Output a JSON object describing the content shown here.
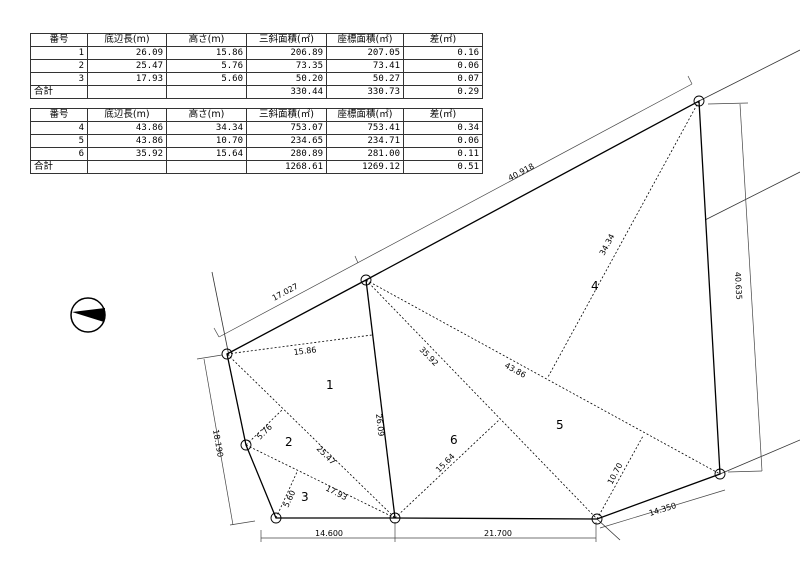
{
  "tables": [
    {
      "headers": [
        "番号",
        "底辺長(m)",
        "高さ(m)",
        "三斜面積(㎡)",
        "座標面積(㎡)",
        "差(㎡)"
      ],
      "rows": [
        [
          "1",
          "26.09",
          "15.86",
          "206.89",
          "207.05",
          "0.16"
        ],
        [
          "2",
          "25.47",
          "5.76",
          "73.35",
          "73.41",
          "0.06"
        ],
        [
          "3",
          "17.93",
          "5.60",
          "50.20",
          "50.27",
          "0.07"
        ]
      ],
      "total": [
        "合計",
        "",
        "",
        "330.44",
        "330.73",
        "0.29"
      ]
    },
    {
      "headers": [
        "番号",
        "底辺長(m)",
        "高さ(m)",
        "三斜面積(㎡)",
        "座標面積(㎡)",
        "差(㎡)"
      ],
      "rows": [
        [
          "4",
          "43.86",
          "34.34",
          "753.07",
          "753.41",
          "0.34"
        ],
        [
          "5",
          "43.86",
          "10.70",
          "234.65",
          "234.71",
          "0.06"
        ],
        [
          "6",
          "35.92",
          "15.64",
          "280.89",
          "281.00",
          "0.11"
        ]
      ],
      "total": [
        "合計",
        "",
        "",
        "1268.61",
        "1269.12",
        "0.51"
      ]
    }
  ],
  "diagram": {
    "triangles": [
      "1",
      "2",
      "3",
      "4",
      "5",
      "6"
    ],
    "measurements": {
      "b1": "26.09",
      "h1": "15.86",
      "b2": "25.47",
      "h2": "5.76",
      "b3": "17.93",
      "h3": "5.60",
      "b4": "43.86",
      "h4": "34.34",
      "h5": "10.70",
      "b6": "35.92",
      "h6": "15.64"
    },
    "dimensions": {
      "top_left": "17.027",
      "top": "40.918",
      "right": "40.635",
      "left": "18.190",
      "bottom_left": "14.600",
      "bottom_mid": "21.700",
      "bottom_right": "14.350"
    }
  }
}
